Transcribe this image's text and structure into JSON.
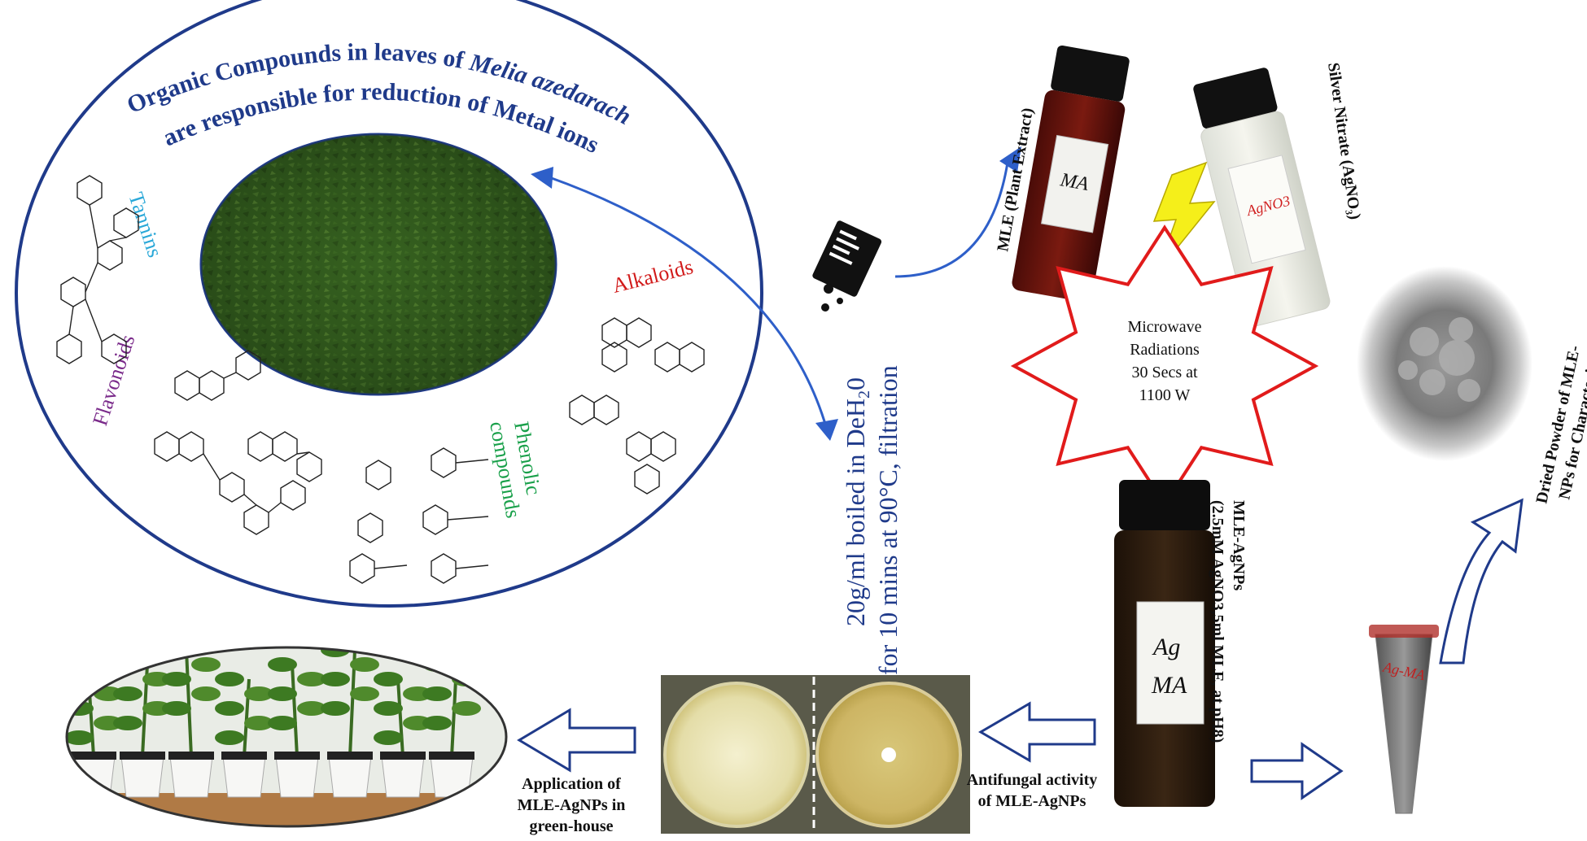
{
  "header": {
    "line1_prefix": "Organic Compounds in leaves of ",
    "line1_italic": "Melia azedarach",
    "line2": "are responsible for reduction of Metal ions"
  },
  "compounds": {
    "tannins": "Tannins",
    "flavonoids": "Flavonoids",
    "alkaloids": "Alkaloids",
    "phenolic_line1": "Phenolic",
    "phenolic_line2": "compounds"
  },
  "boiling_step": {
    "line1_a": "20g/ml boiled in DeH",
    "line1_sub": "2",
    "line1_b": "0",
    "line2": "for 10 mins at 90°C, filtration"
  },
  "vials": {
    "mle_label": "MLE (Plant Extract)",
    "silver_label": "Silver Nitrate (AgNO₃)",
    "silver_handwriting": "AgNO3",
    "mle_handwriting": "MA"
  },
  "microwave": {
    "line1": "Microwave",
    "line2": "Radiations",
    "line3": "30 Secs at",
    "line4": "1100 W"
  },
  "agnps": {
    "line1": "MLE-AgNPs",
    "line2": "(2.5mM AgNO3,5ml MLE, at pH8)",
    "handwriting1": "Ag",
    "handwriting2": "MA"
  },
  "dried_powder": {
    "line1": "Dried Powder of MLE-",
    "line2": "NPs for Characterization",
    "tube_handwriting": "Ag-MA"
  },
  "antifungal": {
    "line1": "Antifungal activity",
    "line2": "of MLE-AgNPs"
  },
  "application": {
    "line1": "Application of",
    "line2": "MLE-AgNPs in",
    "line3": "green-house"
  },
  "colors": {
    "navy": "#1f3a8a",
    "arrow_blue": "#2e5fc9",
    "tannins": "#2aa8d8",
    "flavonoids": "#7a2a8a",
    "alkaloids": "#d11a1a",
    "phenolic": "#19a04a",
    "star_red": "#e11b1b",
    "bolt": "#f5ef1a"
  }
}
